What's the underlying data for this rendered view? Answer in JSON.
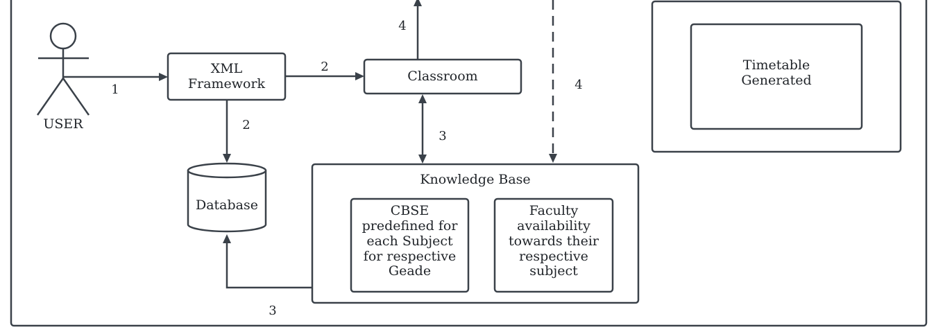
{
  "actor": {
    "label": "USER"
  },
  "nodes": {
    "xml_framework": [
      "XML",
      "Framework"
    ],
    "classroom": [
      "Classroom"
    ],
    "database": [
      "Database"
    ],
    "knowledge_base": [
      "Knowledge Base"
    ],
    "cbse": [
      "CBSE",
      "predefined for",
      "each Subject",
      "for respective",
      "Geade"
    ],
    "faculty": [
      "Faculty",
      "availability",
      "towards their",
      "respective",
      "subject"
    ],
    "timetable": [
      "Timetable",
      "Generated"
    ]
  },
  "edge_labels": {
    "user_to_xml": "1",
    "xml_to_classroom": "2",
    "xml_to_database": "2",
    "classroom_kb": "3",
    "kb_to_database": "3",
    "classroom_up": "4",
    "dashed_to_kb": "4"
  },
  "colors": {
    "stroke": "#3a4149",
    "text": "#1f2328",
    "background": "#ffffff"
  }
}
